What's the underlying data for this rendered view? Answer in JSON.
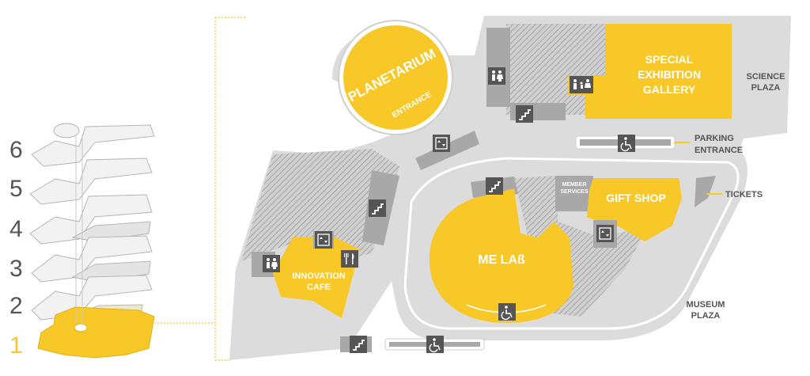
{
  "floors": [
    {
      "label": "6",
      "active": false
    },
    {
      "label": "5",
      "active": false
    },
    {
      "label": "4",
      "active": false
    },
    {
      "label": "3",
      "active": false
    },
    {
      "label": "2",
      "active": false
    },
    {
      "label": "1",
      "active": true
    }
  ],
  "rooms": {
    "planetarium": "PLANETARIUM",
    "planetarium_entrance": "ENTRANCE",
    "special_exhibition": [
      "SPECIAL",
      "EXHIBITION",
      "GALLERY"
    ],
    "gift_shop": "GIFT SHOP",
    "me_lab": "ME LAß",
    "innovation_cafe": [
      "INNOVATION",
      "CAFE"
    ],
    "member_services": [
      "MEMBER",
      "SERVICES"
    ]
  },
  "outside": {
    "science_plaza": [
      "SCIENCE",
      "PLAZA"
    ],
    "parking_entrance": [
      "PARKING",
      "ENTRANCE"
    ],
    "tickets": "TICKETS",
    "museum_plaza": [
      "MUSEUM",
      "PLAZA"
    ]
  },
  "colors": {
    "accent": "#f8c828",
    "building": "#d9d9d9",
    "outline": "#cfcfcf",
    "icon": "#555555",
    "text_dark": "#555555"
  },
  "icons": [
    "restroom-icon",
    "family-restroom-icon",
    "stairs-icon",
    "elevator-icon",
    "accessible-icon",
    "dining-icon"
  ]
}
